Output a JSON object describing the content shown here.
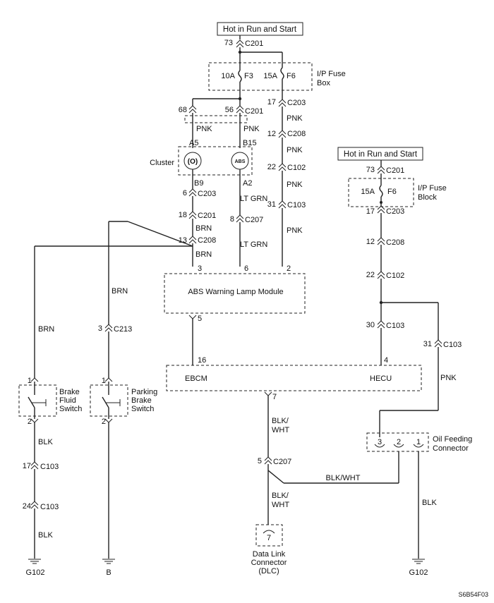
{
  "power": {
    "top_label": "Hot in Run and Start",
    "right_label": "Hot in Run and Start"
  },
  "fuse_boxes": {
    "ip_fuse_box_1": "I/P Fuse",
    "ip_fuse_box_2": "Box",
    "ip_fuse_block_1": "I/P Fuse",
    "ip_fuse_block_2": "Block"
  },
  "fuses": {
    "f3_rating": "10A",
    "f3_name": "F3",
    "f6_rating": "15A",
    "f6_name": "F6",
    "f6b_rating": "15A",
    "f6b_name": "F6"
  },
  "connectors": {
    "c201": "C201",
    "c203": "C203",
    "c208": "C208",
    "c102": "C102",
    "c103": "C103",
    "c207": "C207",
    "c213": "C213"
  },
  "pins": {
    "p73": "73",
    "p17": "17",
    "p12": "12",
    "p22": "22",
    "p31": "31",
    "p68": "68",
    "p56": "56",
    "pA5": "A5",
    "pB15": "B15",
    "pB9": "B9",
    "pA2": "A2",
    "p6": "6",
    "p18": "18",
    "p8": "8",
    "p13": "13",
    "p3": "3",
    "p2": "2",
    "p5": "5",
    "p16": "16",
    "p4": "4",
    "p7": "7",
    "p30": "30",
    "p24": "24",
    "p1": "1"
  },
  "wires": {
    "pnk": "PNK",
    "brn": "BRN",
    "lt_grn": "LT GRN",
    "blk": "BLK",
    "blk_wht_1": "BLK/",
    "blk_wht_2": "WHT",
    "blk_wht": "BLK/WHT"
  },
  "components": {
    "cluster": "Cluster",
    "abs_icon": "ABS",
    "brake_icon": "(O)",
    "abs_module": "ABS Warning Lamp Module",
    "ebcm": "EBCM",
    "hecu": "HECU",
    "brake_fluid_1": "Brake",
    "brake_fluid_2": "Fluid",
    "brake_fluid_3": "Switch",
    "parking_1": "Parking",
    "parking_2": "Brake",
    "parking_3": "Switch",
    "oil_1": "Oil Feeding",
    "oil_2": "Connector",
    "dlc_1": "Data Link",
    "dlc_2": "Connector",
    "dlc_3": "(DLC)"
  },
  "grounds": {
    "g102_left": "G102",
    "b": "B",
    "g102_right": "G102"
  },
  "footer": {
    "code": "S6B54F03"
  }
}
